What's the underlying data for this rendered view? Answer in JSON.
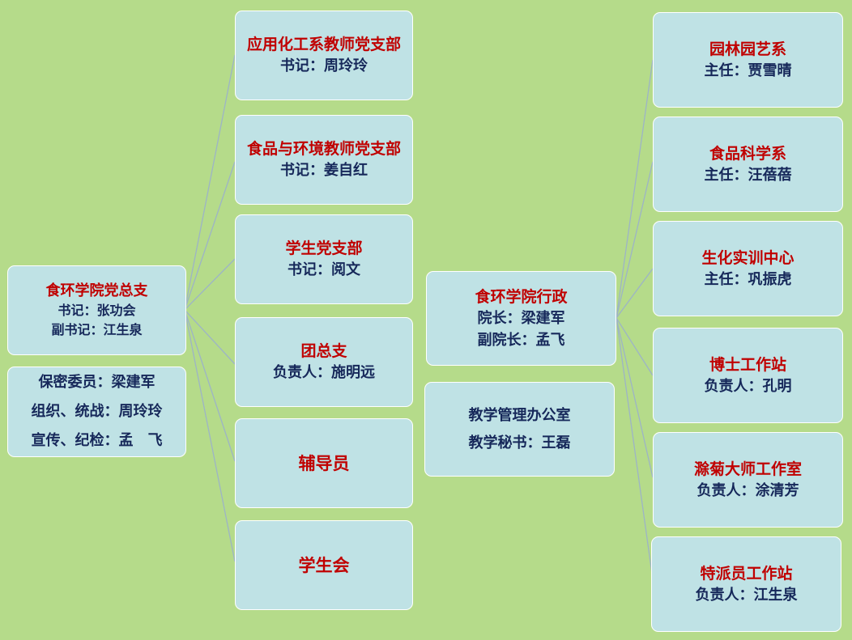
{
  "party_root": {
    "title": "食环学院党总支",
    "lines": [
      "书记：张功会",
      "副书记：江生泉"
    ]
  },
  "party_members": {
    "lines": [
      "保密委员：梁建军",
      "组织、统战：周玲玲",
      "宣传、纪检：孟　飞"
    ]
  },
  "party_branches": [
    {
      "title": "应用化工系教师党支部",
      "lines": [
        "书记：周玲玲"
      ]
    },
    {
      "title": "食品与环境教师党支部",
      "lines": [
        "书记：姜自红"
      ]
    },
    {
      "title": "学生党支部",
      "lines": [
        "书记：阅文"
      ]
    },
    {
      "title": "团总支",
      "lines": [
        "负责人：施明远"
      ]
    },
    {
      "title": "辅导员",
      "lines": []
    },
    {
      "title": "学生会",
      "lines": []
    }
  ],
  "admin_root": {
    "title": "食环学院行政",
    "lines": [
      "院长：梁建军",
      "副院长：孟飞"
    ]
  },
  "teaching_office": {
    "lines": [
      "教学管理办公室",
      "教学秘书：王磊"
    ]
  },
  "admin_units": [
    {
      "title": "园林园艺系",
      "lines": [
        "主任：贾雪晴"
      ]
    },
    {
      "title": "食品科学系",
      "lines": [
        "主任：汪蓓蓓"
      ]
    },
    {
      "title": "生化实训中心",
      "lines": [
        "主任：巩振虎"
      ]
    },
    {
      "title": "博士工作站",
      "lines": [
        "负责人：孔明"
      ]
    },
    {
      "title": "滁菊大师工作室",
      "lines": [
        "负责人：涂清芳"
      ]
    },
    {
      "title": "特派员工作站",
      "lines": [
        "负责人：江生泉"
      ]
    }
  ],
  "colors": {
    "background": "#b5db8a",
    "box": "#bfe2e5",
    "title": "#c00000",
    "text": "#16285a",
    "connector": "#9db4c6"
  }
}
